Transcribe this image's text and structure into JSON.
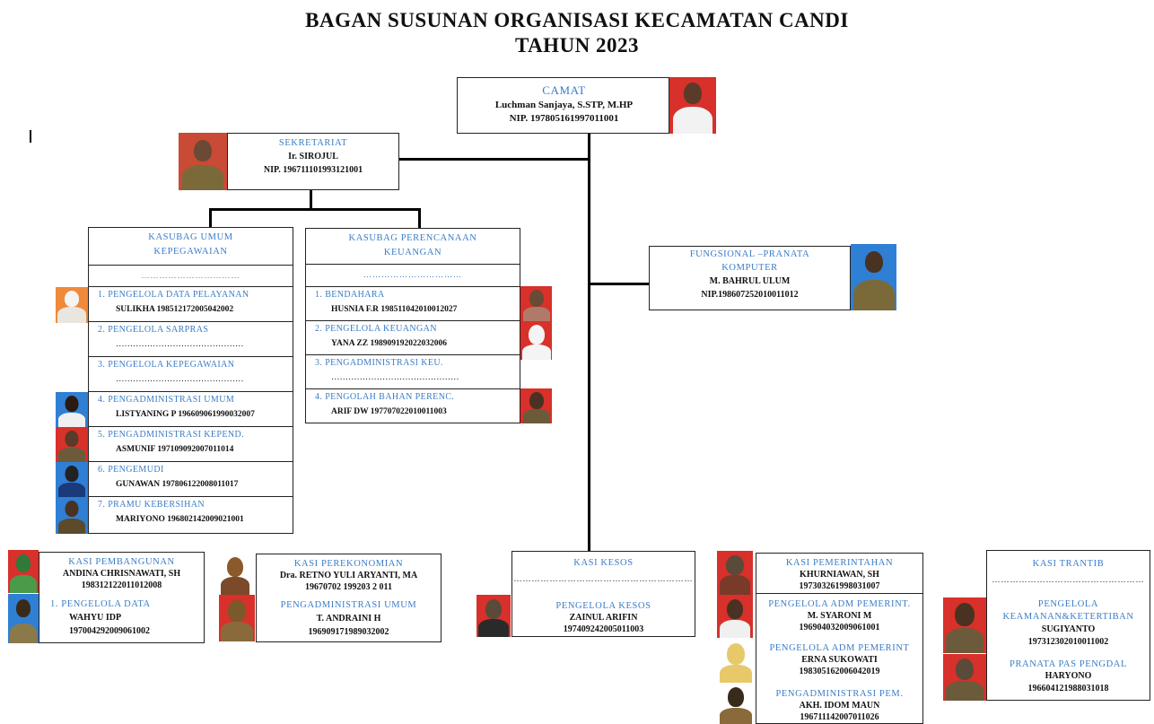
{
  "title_line1": "BAGAN SUSUNAN ORGANISASI KECAMATAN CANDI",
  "title_line2": "TAHUN 2023",
  "camat": {
    "position": "CAMAT",
    "name": "Luchman Sanjaya, S.STP, M.HP",
    "nip": "NIP. 197805161997011001"
  },
  "sekretariat": {
    "position": "SEKRETARIAT",
    "name": "Ir. SIROJUL",
    "nip": "NIP. 196711101993121001"
  },
  "kasubag_umum": {
    "title_line1": "KASUBAG UMUM",
    "title_line2": "KEPEGAWAIAN",
    "dots": "……………………………",
    "items": [
      {
        "position": "1.   PENGELOLA DATA PELAYANAN",
        "name": "SULIKHA  198512172005042002"
      },
      {
        "position": "2.   PENGELOLA SARPRAS",
        "name": "………………………………………"
      },
      {
        "position": "3.   PENGELOLA KEPEGAWAIAN",
        "name": "………………………………………"
      },
      {
        "position": "4.   PENGADMINISTRASI UMUM",
        "name": "LISTYANING P 196609061990032007"
      },
      {
        "position": "5.   PENGADMINISTRASI KEPEND.",
        "name": "ASMUNIF 197109092007011014"
      },
      {
        "position": "6.   PENGEMUDI",
        "name": "GUNAWAN  197806122008011017"
      },
      {
        "position": "7.   PRAMU KEBERSIHAN",
        "name": "MARIYONO  196802142009021001"
      }
    ]
  },
  "kasubag_perencanaan": {
    "title_line1": "KASUBAG PERENCANAAN",
    "title_line2": "KEUANGAN",
    "dots": "……………………………",
    "items": [
      {
        "position": "1.   BENDAHARA",
        "name": "HUSNIA F.R  198511042010012027"
      },
      {
        "position": "2.   PENGELOLA KEUANGAN",
        "name": "YANA ZZ  198909192022032006"
      },
      {
        "position": "3.   PENGADMINISTRASI KEU.",
        "name": "………………………………………"
      },
      {
        "position": "4.   PENGOLAH BAHAN PERENC.",
        "name": "ARIF DW  197707022010011003"
      }
    ]
  },
  "fungsional": {
    "position_line1": "FUNGSIONAL –PRANATA",
    "position_line2": "KOMPUTER",
    "name": "M. BAHRUL ULUM",
    "nip": "NIP.198607252010011012"
  },
  "kasi_pembangunan": {
    "position": "KASI PEMBANGUNAN",
    "name": "ANDINA CHRISNAWATI, SH",
    "nip": "198312122011012008"
  },
  "pengelola_data": {
    "position": "1.   PENGELOLA DATA",
    "name": "WAHYU IDP",
    "nip": "197004292009061002"
  },
  "kasi_perekonomian": {
    "position": "KASI PEREKONOMIAN",
    "name": "Dra. RETNO YULI ARYANTI, MA",
    "nip": "19670702 199203 2 011"
  },
  "pengadministrasi_umum2": {
    "position": "PENGADMINISTRASI UMUM",
    "name": "T. ANDRAINI H",
    "nip": "196909171989032002"
  },
  "kasi_kesos": {
    "position": "KASI KESOS",
    "dots": "……………………………………………………"
  },
  "pengelola_kesos": {
    "position": "PENGELOLA KESOS",
    "name": "ZAINUL ARIFIN",
    "nip": "197409242005011003"
  },
  "kasi_pemerintahan": {
    "position": "KASI PEMERINTAHAN",
    "name": "KHURNIAWAN, SH",
    "nip": "197303261998031007"
  },
  "adm_pemerint1": {
    "position": "PENGELOLA ADM PEMERINT.",
    "name": "M. SYARONI M",
    "nip": "196904032009061001"
  },
  "adm_pemerint2": {
    "position": "PENGELOLA ADM PEMERINT",
    "name": "ERNA SUKOWATI",
    "nip": "198305162006042019"
  },
  "pengadm_pem": {
    "position": "PENGADMINISTRASI PEM.",
    "name": "AKH. IDOM MAUN",
    "nip": "196711142007011026"
  },
  "kasi_trantib": {
    "position": "KASI TRANTIB",
    "dots": "……………………………………………"
  },
  "keamanan": {
    "position_line1": "PENGELOLA",
    "position_line2": "KEAMANAN&KETERTIBAN",
    "name": "SUGIYANTO",
    "nip": "197312302010011002"
  },
  "pranata": {
    "position": "PRANATA PAS PENGDAL",
    "name": "HARYONO",
    "nip": "196604121988031018"
  },
  "colors": {
    "accent_text": "#3a7cc7",
    "photo_red": "#d8302a",
    "photo_blue": "#2f7fd4"
  }
}
